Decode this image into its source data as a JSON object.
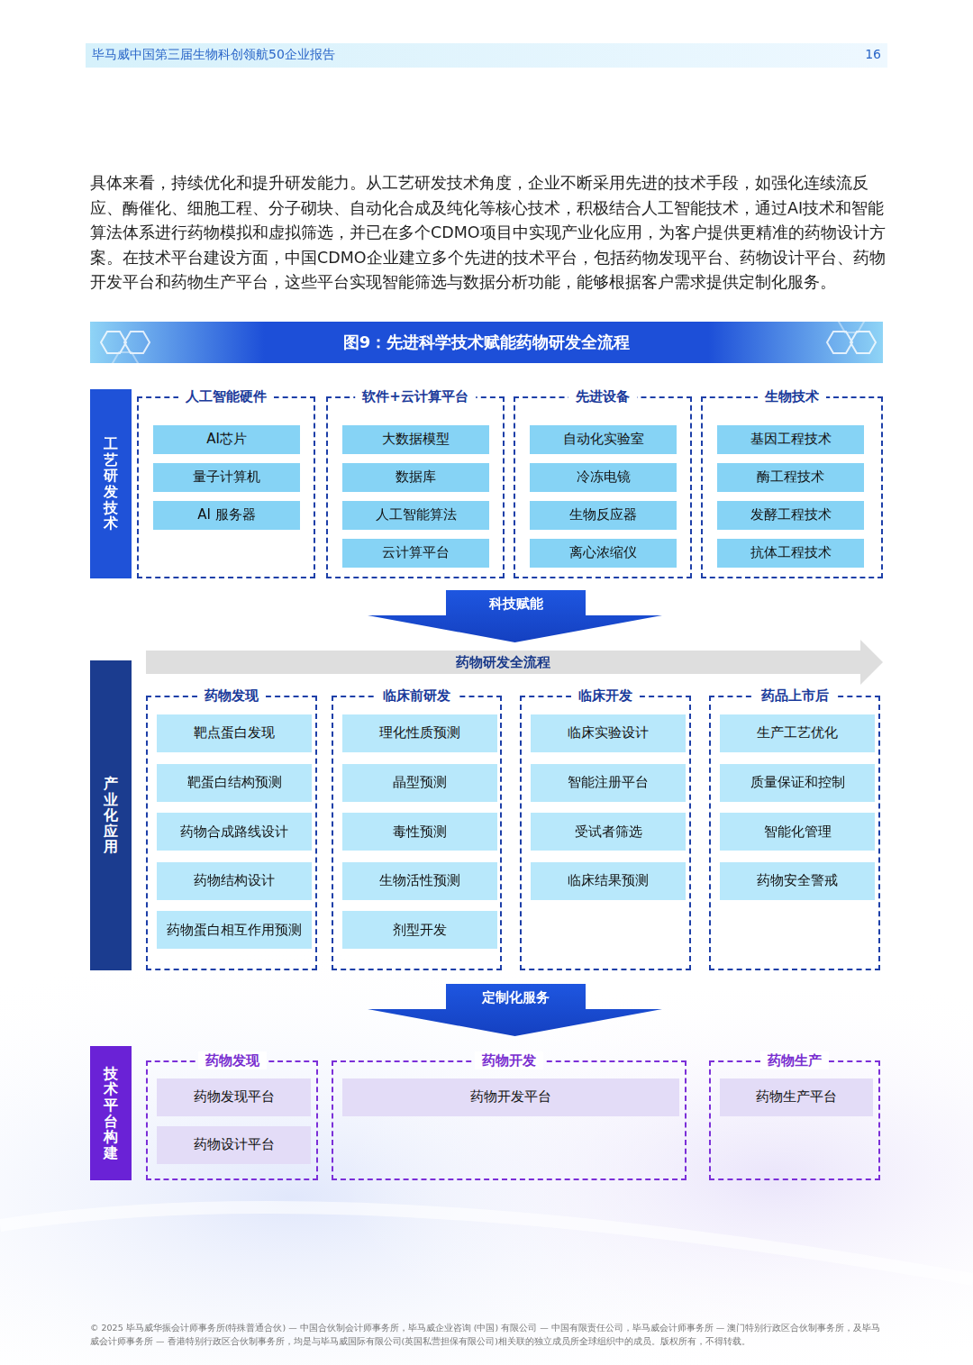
{
  "diagram": {
    "title": "图9：先进科学技术赋能药物研发全流程",
    "nodes": [
      {
        "text": [
          "工艺研发技术"
        ]
      },
      {
        "text": [
          "人工智能硬件"
        ]
      },
      {
        "text": [
          "AI芯片"
        ],
        "in": 1
      },
      {
        "text": [
          "量子计算机"
        ],
        "in": 1
      },
      {
        "text": [
          "AI 服务器"
        ],
        "in": 1
      },
      {
        "text": [
          "软件+云计算平台"
        ]
      },
      {
        "text": [
          "大数据模型"
        ],
        "in": 5
      },
      {
        "text": [
          "数据库"
        ],
        "in": 5
      },
      {
        "text": [
          "人工智能算法"
        ],
        "in": 5
      },
      {
        "text": [
          "云计算平台"
        ],
        "in": 5
      },
      {
        "text": [
          "先进设备"
        ]
      },
      {
        "text": [
          "自动化实验室"
        ],
        "in": 10
      },
      {
        "text": [
          "冷冻电镜"
        ],
        "in": 10
      },
      {
        "text": [
          "生物反应器"
        ],
        "in": 10
      },
      {
        "text": [
          "离心浓缩仪"
        ],
        "in": 10
      },
      {
        "text": [
          "生物技术"
        ]
      },
      {
        "text": [
          "基因工程技术"
        ],
        "in": 15
      },
      {
        "text": [
          "酶工程技术"
        ],
        "in": 15
      },
      {
        "text": [
          "发酵工程技术"
        ],
        "in": 15
      },
      {
        "text": [
          "抗体工程技术"
        ],
        "in": 15
      },
      {
        "text": [
          "科技赋能"
        ]
      },
      {
        "text": [
          "药物研发全流程"
        ]
      },
      {
        "text": [
          "产业化应用"
        ]
      },
      {
        "text": [
          "药物发现"
        ]
      },
      {
        "text": [
          "靶点蛋白发现"
        ],
        "in": 23
      },
      {
        "text": [
          "靶蛋白结构预测"
        ],
        "in": 23
      },
      {
        "text": [
          "药物合成路线设计"
        ],
        "in": 23
      },
      {
        "text": [
          "药物结构设计"
        ],
        "in": 23
      },
      {
        "text": [
          "药物蛋白相互作用预测"
        ],
        "in": 23
      },
      {
        "text": [
          "临床前研发"
        ]
      },
      {
        "text": [
          "理化性质预测"
        ],
        "in": 29
      },
      {
        "text": [
          "晶型预测"
        ],
        "in": 29
      },
      {
        "text": [
          "毒性预测"
        ],
        "in": 29
      },
      {
        "text": [
          "生物活性预测"
        ],
        "in": 29
      },
      {
        "text": [
          "剂型开发"
        ],
        "in": 29
      },
      {
        "text": [
          "临床开发"
        ]
      },
      {
        "text": [
          "临床实验设计"
        ],
        "in": 35
      },
      {
        "text": [
          "智能注册平台"
        ],
        "in": 35
      },
      {
        "text": [
          "受试者筛选"
        ],
        "in": 35
      },
      {
        "text": [
          "临床结果预测"
        ],
        "in": 35
      },
      {
        "text": [
          "药品上市后"
        ]
      },
      {
        "text": [
          "生产工艺优化"
        ],
        "in": 40
      },
      {
        "text": [
          "质量保证和控制"
        ],
        "in": 40
      },
      {
        "text": [
          "智能化管理"
        ],
        "in": 40
      },
      {
        "text": [
          "药物安全警戒"
        ],
        "in": 40
      },
      {
        "text": [
          "定制化服务"
        ]
      },
      {
        "text": [
          "技术平台构建"
        ]
      },
      {
        "text": [
          "药物发现"
        ]
      },
      {
        "text": [
          "药物发现平台"
        ],
        "in": 47
      },
      {
        "text": [
          "药物设计平台"
        ],
        "in": 47
      },
      {
        "text": [
          "药物开发"
        ]
      },
      {
        "text": [
          "药物开发平台"
        ],
        "in": 50
      },
      {
        "text": [
          "药物生产"
        ]
      },
      {
        "text": [
          "药物生产平台"
        ],
        "in": 52
      }
    ],
    "labels": [
      "毕马威中国第三届生物科创领航50企业报告",
      "16",
      "具体来看，持续优化和提升研发能力。从工艺研发技术角度，企业不断采用先进的技术手段，如强化连续流反应、酶催化、细胞工程、分子砌块、自动化合成及纯化等核心技术，积极结合人工智能技术，通过AI技术和智能算法体系进行药物模拟和虚拟筛选，并已在多个CDMO项目中实现产业化应用，为客户提供更精准的药物设计方案。在技术平台建设方面，中国CDMO企业建立多个先进的技术平台，包括药物发现平台、药物设计平台、药物开发平台和药物生产平台，这些平台实现智能筛选与数据分析功能，能够根据客户需求提供定制化服务。",
      "© 2025 毕马威华振会计师事务所(特殊普通合伙) — 中国合伙制会计师事务所，毕马威企业咨询 (中国) 有限公司 — 中国有限责任公司，毕马威会计师事务所 — 澳门特别行政区合伙制事务所，及毕马威会计师事务所 — 香港特别行政区合伙制事务所，均是与毕马威国际有限公司(英国私营担保有限公司)相关联的独立成员所全球组织中的成员。版权所有，不得转载。"
    ]
  }
}
